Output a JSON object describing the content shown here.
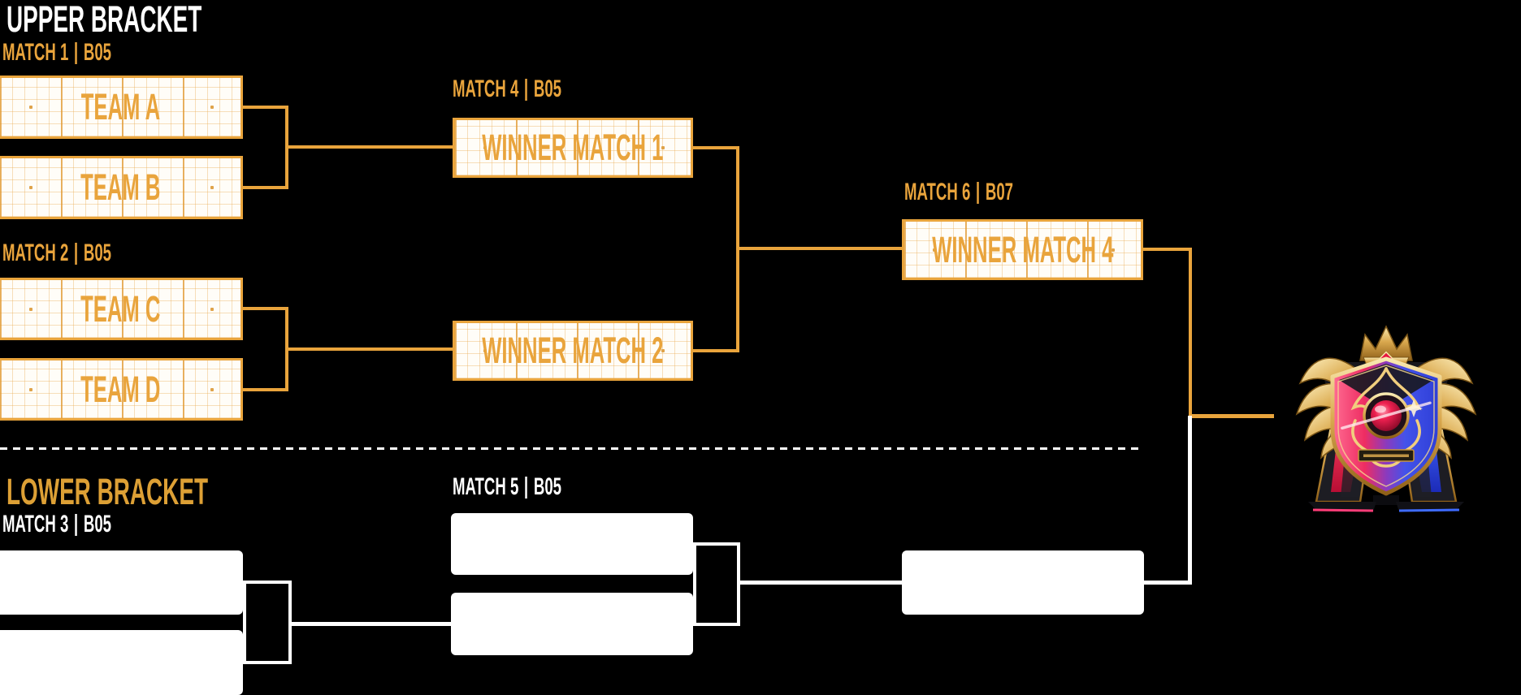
{
  "colors": {
    "background": "#000000",
    "accent_orange": "#E9A43C",
    "lower_title_gold": "#DDA035",
    "white": "#FFFFFF"
  },
  "upper_bracket": {
    "title": "UPPER BRACKET",
    "match1": {
      "label": "MATCH 1",
      "format": "B05",
      "slot1": "TEAM A",
      "slot2": "TEAM B"
    },
    "match2": {
      "label": "MATCH 2",
      "format": "B05",
      "slot1": "TEAM C",
      "slot2": "TEAM D"
    },
    "match4": {
      "label": "MATCH 4",
      "format": "B05",
      "slot1": "WINNER MATCH 1",
      "slot2": "WINNER MATCH 2"
    },
    "match6": {
      "label": "MATCH 6",
      "format": "B07",
      "slot1": "WINNER MATCH 4"
    }
  },
  "lower_bracket": {
    "title": "LOWER BRACKET",
    "match3": {
      "label": "MATCH 3",
      "format": "B05",
      "slot1": "",
      "slot2": ""
    },
    "match5": {
      "label": "MATCH 5",
      "format": "B05",
      "slot1": "",
      "slot2": ""
    },
    "final_slot": ""
  },
  "trophy": {
    "icon": "champion-trophy-icon"
  }
}
